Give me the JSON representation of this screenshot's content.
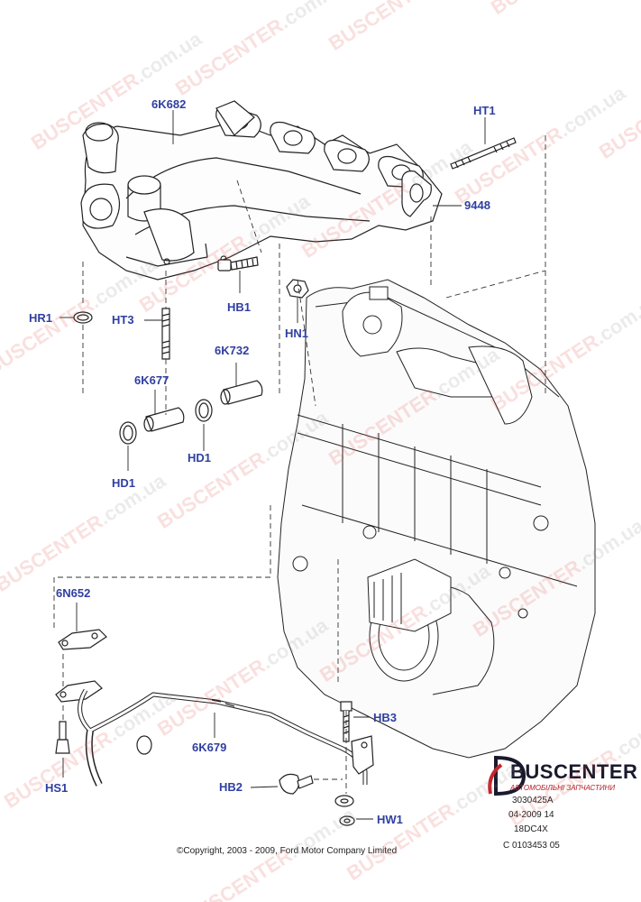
{
  "diagram": {
    "labels": {
      "6K682": "6K682",
      "HT1": "HT1",
      "9448": "9448",
      "HB1": "HB1",
      "HN1": "HN1",
      "HR1": "HR1",
      "HT3": "HT3",
      "6K732": "6K732",
      "6K677": "6K677",
      "HD1_right": "HD1",
      "HD1_left": "HD1",
      "6N652": "6N652",
      "HB3": "HB3",
      "6K679": "6K679",
      "HS1": "HS1",
      "HB2": "HB2",
      "HW1": "HW1"
    },
    "copyright": "©Copyright, 2003 - 2009, Ford Motor Company Limited",
    "ref_codes": [
      "3030425A",
      "04-2009 14",
      "18DC4X",
      "C 0103453 05"
    ],
    "brand": {
      "name": "BUSCENTER",
      "tagline": "АВТОМОБІЛЬНІ ЗАПЧАСТИНИ"
    },
    "watermark": {
      "red_part": "BUSCENTER",
      "gray_part": ".com.ua"
    },
    "colors": {
      "label": "#2f3fa0",
      "watermark_red": "#e0443c",
      "watermark_gray": "#8a8a8a",
      "line": "#222222"
    }
  }
}
